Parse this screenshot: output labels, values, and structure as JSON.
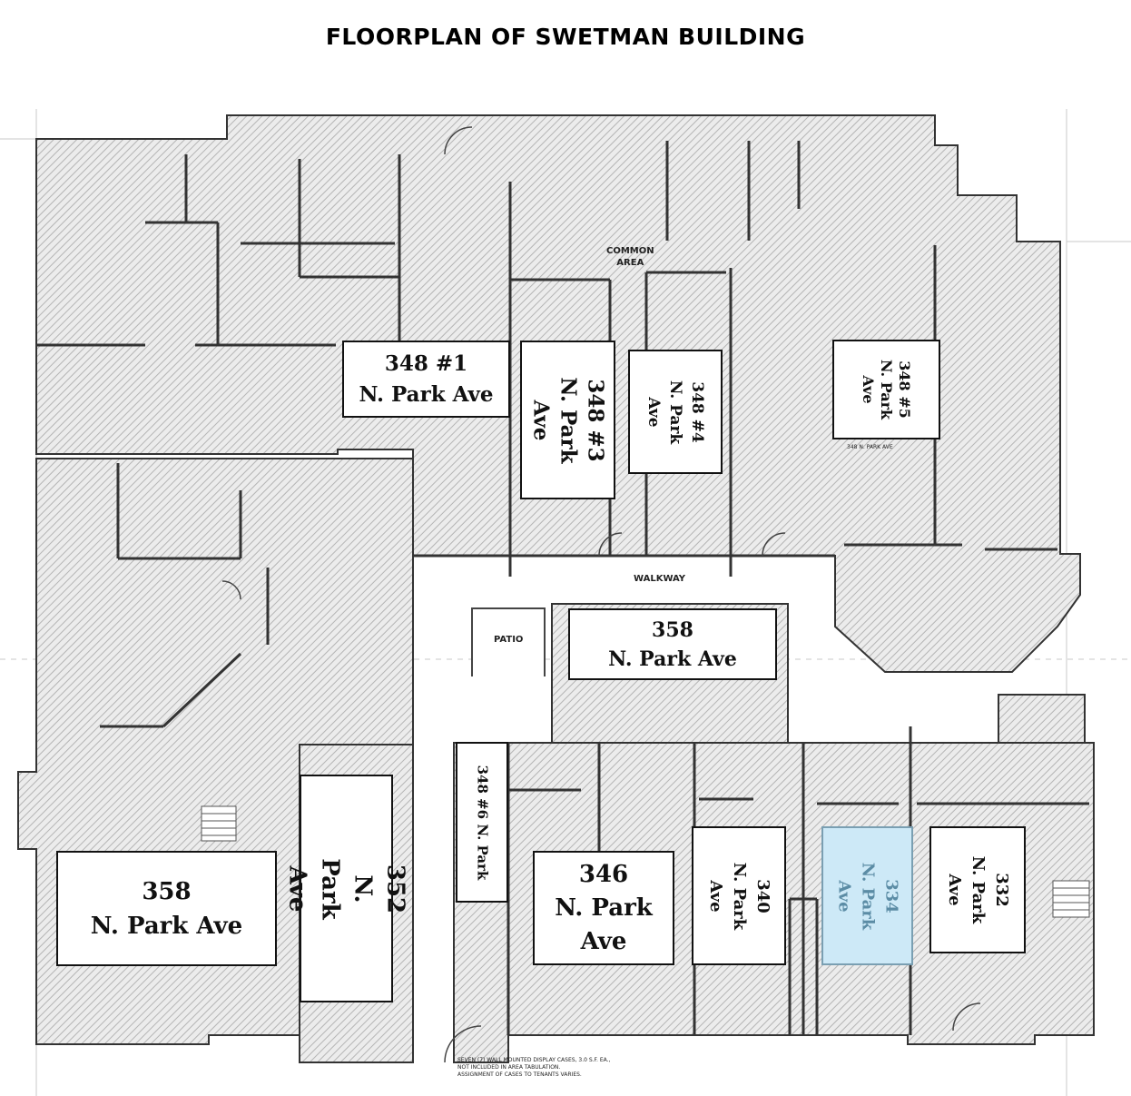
{
  "title": "FLOORPLAN OF SWETMAN BUILDING",
  "areas": {
    "common": "COMMON\nAREA",
    "walkway": "WALKWAY",
    "patio": "PATIO"
  },
  "units": {
    "u348_1": "348 #1\nN. Park Ave",
    "u348_3": "348 #3\nN. Park Ave",
    "u348_4": "348 #4\nN. Park Ave",
    "u348_5": "348 #5\nN. Park\nAve",
    "u358_mid": "358\nN. Park Ave",
    "u358_left": "358\nN. Park Ave",
    "u352": "352\nN. Park Ave",
    "u348_6": "348 #6 N. Park",
    "u346": "346\nN. Park\nAve",
    "u340": "340\nN. Park Ave",
    "u334": "334\nN. Park Ave",
    "u332": "332\nN. Park Ave"
  },
  "small_labels": {
    "u348_5_sub": "348 N. PARK AVE",
    "footnote": "SEVEN (7) WALL MOUNTED DISPLAY CASES, 3.0 S.F. EA.,\nNOT INCLUDED IN AREA TABULATION.\nASSIGNMENT OF CASES TO TENANTS VARIES."
  },
  "colors": {
    "highlight_unit": "#cde9f7",
    "hatch": "#bdbdbd",
    "wall": "#333333"
  }
}
